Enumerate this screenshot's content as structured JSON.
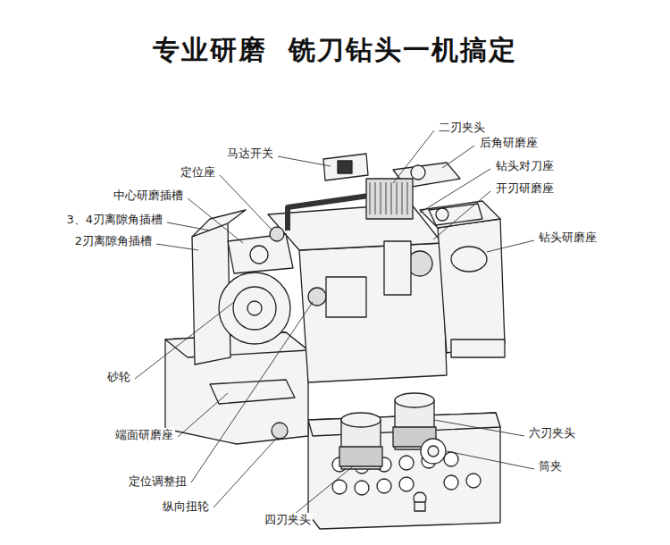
{
  "diagram": {
    "title": "专业研磨  铣刀钻头一机搞定",
    "labels": [
      "二刃夹头",
      "后角研磨座",
      "马达开关",
      "钻头对刀座",
      "定位座",
      "开刃研磨座",
      "中心研磨插槽",
      "3、4刃离隙角插槽",
      "钻头研磨座",
      "2刃离隙角插槽",
      "砂轮",
      "六刃夹头",
      "端面研磨座",
      "筒夹",
      "定位调整扭",
      "纵向扭轮",
      "四刃夹头"
    ]
  }
}
